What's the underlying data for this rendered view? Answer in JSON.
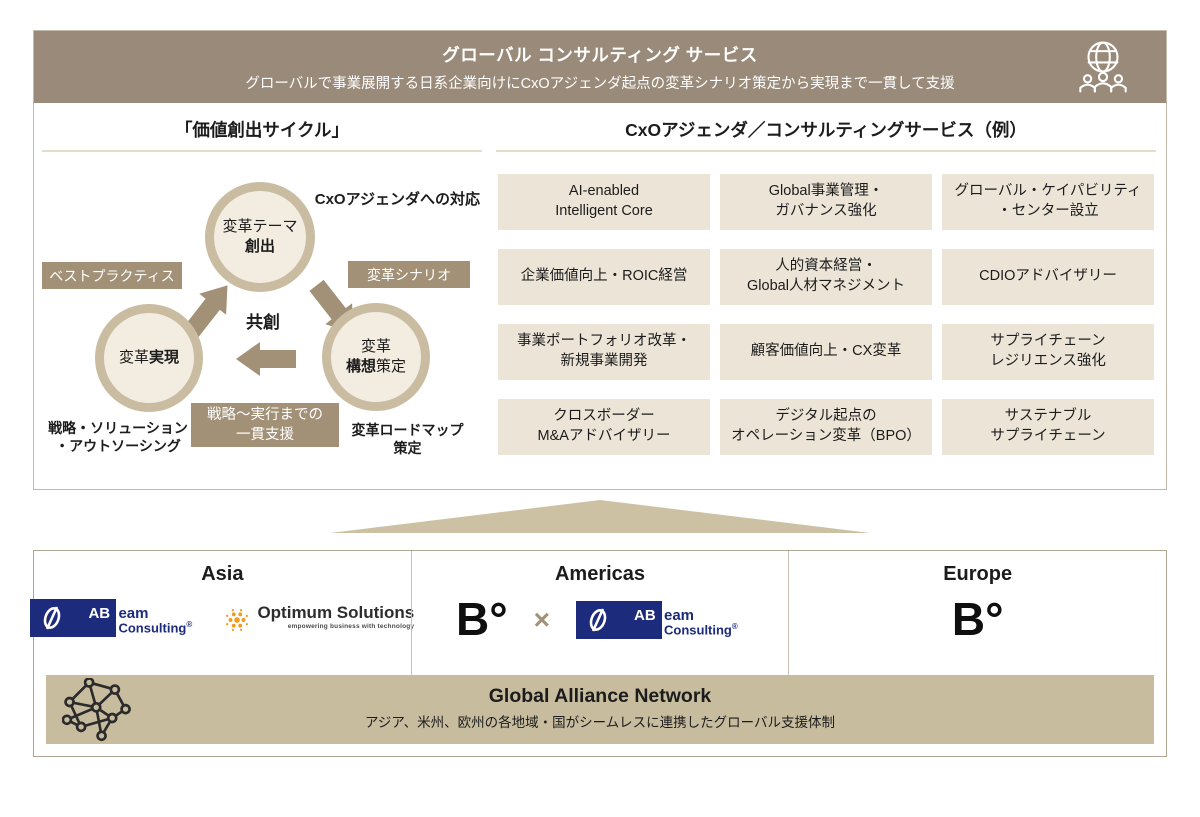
{
  "colors": {
    "header_bg": "#998a7a",
    "taupe_accent": "#a29077",
    "ring_tan": "#c9bca1",
    "circle_fill": "#f2ece1",
    "service_box": "#ece4d7",
    "triangle_tan": "#cdc1a4",
    "bar_tan": "#c8bc9f",
    "abeam_navy": "#1c2b7b",
    "optimum_orange": "#f49a1f",
    "text": "#1c1c1c"
  },
  "icons": {
    "header": "globe-people-icon",
    "alliance": "network-icon",
    "abeam": "abeam-swoosh-icon",
    "optimum": "starburst-icon"
  },
  "header": {
    "title": "グローバル コンサルティング サービス",
    "subtitle": "グローバルで事業展開する日系企業向けにCxOアジェンダ起点の変革シナリオ策定から実現まで一貫して支援"
  },
  "cycle": {
    "section_title": "「価値創出サイクル」",
    "top_right_label": "CxOアジェンダへの対応",
    "center_label": "共創",
    "nodes": {
      "top": {
        "line1": "変革テーマ",
        "line2_bold": "創出"
      },
      "left": {
        "line1": "変革",
        "line1_bold": "実現"
      },
      "right": {
        "line1": "変革",
        "line2_bold": "構想",
        "line2_rest": "策定"
      }
    },
    "tags": {
      "best_practice": "ベストプラクティス",
      "scenario": "変革シナリオ",
      "support": "戦略～実行までの\n一貫支援"
    },
    "captions": {
      "left": "戦略・ソリューション\n・アウトソーシング",
      "right": "変革ロードマップ\n策定"
    }
  },
  "services": {
    "section_title": "CxOアジェンダ／コンサルティングサービス（例）",
    "items": [
      "AI-enabled\nIntelligent Core",
      "Global事業管理・\nガバナンス強化",
      "グローバル・ケイパビリティ\n・センター設立",
      "企業価値向上・ROIC経営",
      "人的資本経営・\nGlobal人材マネジメント",
      "CDIOアドバイザリー",
      "事業ポートフォリオ改革・\n新規事業開発",
      "顧客価値向上・CX変革",
      "サプライチェーン\nレジリエンス強化",
      "クロスボーダー\nM&Aアドバイザリー",
      "デジタル起点の\nオペレーション変革（BPO）",
      "サステナブル\nサプライチェーン"
    ]
  },
  "regions": [
    {
      "name": "Asia"
    },
    {
      "name": "Americas"
    },
    {
      "name": "Europe"
    }
  ],
  "logos": {
    "abeam": {
      "ab": "AB",
      "eam": "eam",
      "consulting": "Consulting",
      "reg": "®"
    },
    "optimum": {
      "name": "Optimum Solutions",
      "tagline": "empowering business with technology"
    },
    "b_mark": "B°",
    "cross": "×"
  },
  "alliance": {
    "title": "Global Alliance Network",
    "subtitle": "アジア、米州、欧州の各地域・国がシームレスに連携したグローバル支援体制"
  }
}
